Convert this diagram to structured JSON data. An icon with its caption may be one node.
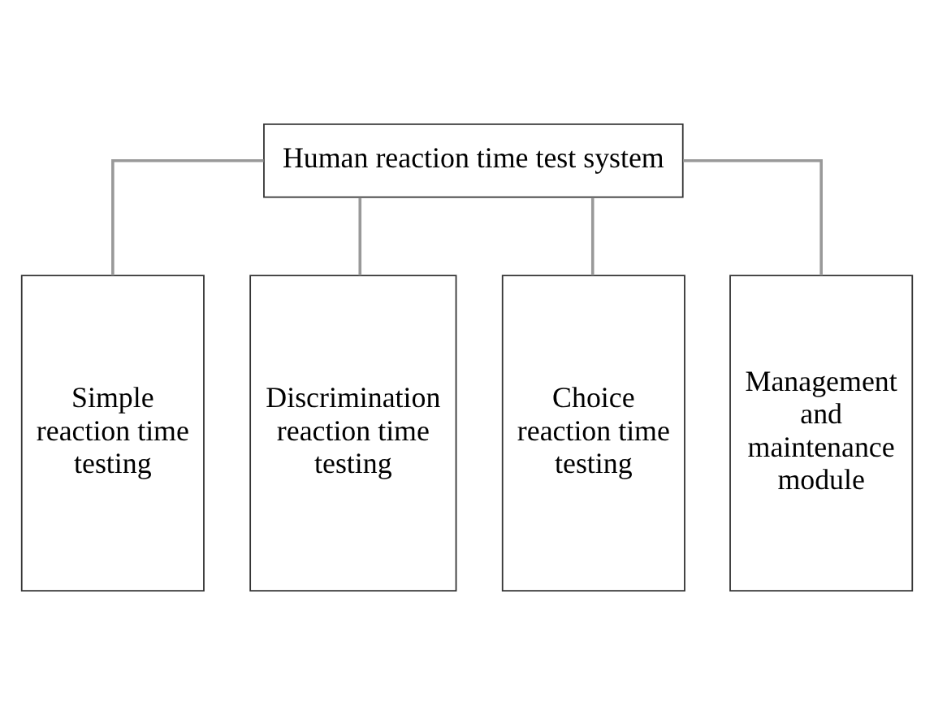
{
  "diagram": {
    "nodes": [
      {
        "text": [
          "Human reaction time test system"
        ]
      },
      {
        "text": [
          "Simple reaction time testing"
        ]
      },
      {
        "text": [
          "Discrimination reaction time testing"
        ]
      },
      {
        "text": [
          "Choice reaction time testing"
        ]
      },
      {
        "text": [
          "Management and maintenance module"
        ]
      }
    ],
    "edges": [
      {
        "from": 0,
        "to": 1,
        "arrow": "none"
      },
      {
        "from": 0,
        "to": 2,
        "arrow": "none"
      },
      {
        "from": 0,
        "to": 3,
        "arrow": "none"
      },
      {
        "from": 0,
        "to": 4,
        "arrow": "none"
      }
    ]
  }
}
